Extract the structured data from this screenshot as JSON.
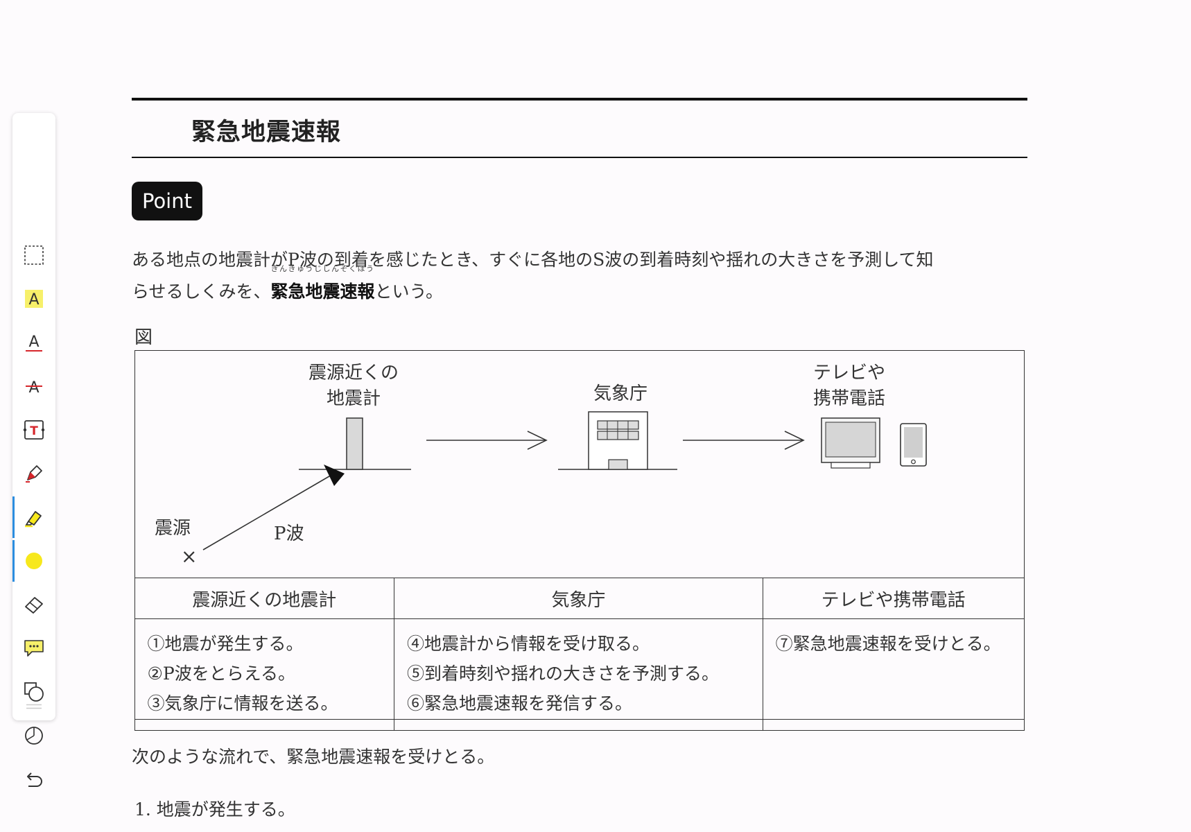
{
  "toolbar": {
    "tools": [
      {
        "name": "select-tool",
        "icon": "dashed-rectangle-icon"
      },
      {
        "name": "highlight-text-tool",
        "icon": "highlight-a-icon"
      },
      {
        "name": "underline-text-tool",
        "icon": "underline-a-icon"
      },
      {
        "name": "strikethrough-text-tool",
        "icon": "strikethrough-a-icon"
      },
      {
        "name": "text-box-tool",
        "icon": "text-box-icon"
      },
      {
        "name": "pen-tool",
        "icon": "pen-icon"
      },
      {
        "name": "highlighter-tool",
        "icon": "highlighter-icon",
        "active": true
      },
      {
        "name": "color-picker",
        "icon": "yellow-dot-icon",
        "color": "#f7e81c"
      },
      {
        "name": "eraser-tool",
        "icon": "eraser-icon"
      },
      {
        "name": "comment-tool",
        "icon": "comment-icon"
      },
      {
        "name": "shape-tool",
        "icon": "shapes-icon"
      },
      {
        "name": "lasso-tool",
        "icon": "lasso-icon"
      },
      {
        "name": "undo-button",
        "icon": "undo-icon"
      }
    ],
    "accent_color": "#2b8ddf"
  },
  "section": {
    "title": "緊急地震速報",
    "point_label": "Point",
    "para_line1": "ある地点の地震計がP波の到着を感じたとき、すぐに各地のS波の到着時刻や揺れの大きさを予測して知",
    "para_line2_start": "らせるしくみを、",
    "para_term": "緊急地震速報",
    "para_term_ruby": "きんきゅうじしんそくほう",
    "para_line2_end": "という。"
  },
  "figure": {
    "label": "図",
    "diagram": {
      "seismometer_label_1": "震源近くの",
      "seismometer_label_2": "地震計",
      "agency_label": "気象庁",
      "devices_label_1": "テレビや",
      "devices_label_2": "携帯電話",
      "epicenter_label": "震源",
      "epicenter_mark": "×",
      "wave_label": "P波"
    },
    "table": {
      "headers": [
        "震源近くの地震計",
        "気象庁",
        "テレビや携帯電話"
      ],
      "col1": [
        "①地震が発生する。",
        "②P波をとらえる。",
        "③気象庁に情報を送る。"
      ],
      "col2": [
        "④地震計から情報を受け取る。",
        "⑤到着時刻や揺れの大きさを予測する。",
        "⑥緊急地震速報を発信する。"
      ],
      "col3": [
        "⑦緊急地震速報を受けとる。"
      ]
    }
  },
  "after_text": "次のような流れで、緊急地震速報を受けとる。",
  "list": [
    "1. 地震が発生する。"
  ]
}
